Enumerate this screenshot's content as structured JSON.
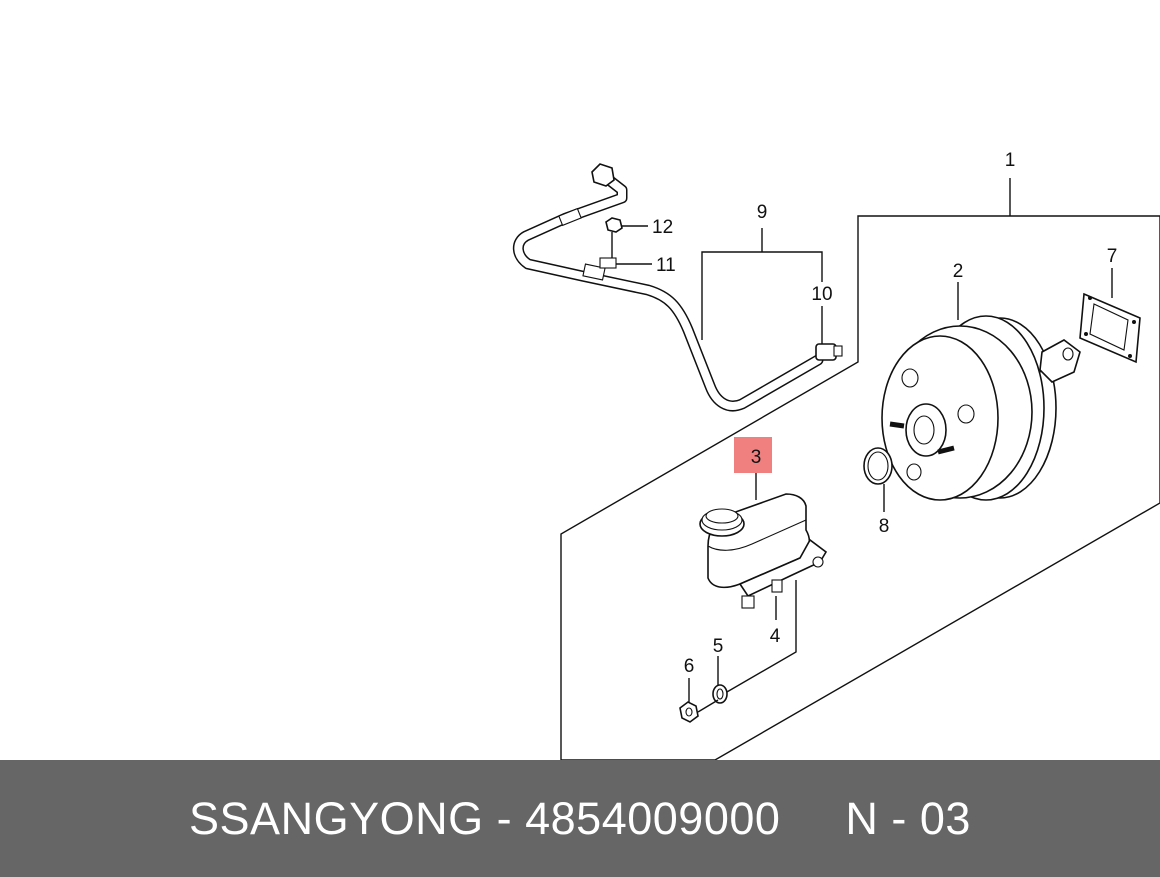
{
  "diagram": {
    "callouts": {
      "c1": "1",
      "c2": "2",
      "c3": "3",
      "c4": "4",
      "c5": "5",
      "c6": "6",
      "c7": "7",
      "c8": "8",
      "c9": "9",
      "c10": "10",
      "c11": "11",
      "c12": "12"
    },
    "highlight_color": "#f08080"
  },
  "footer": {
    "brand": "SSANGYONG",
    "separator": "-",
    "part_number": "4854009000",
    "diagram_code": "N - 03"
  }
}
